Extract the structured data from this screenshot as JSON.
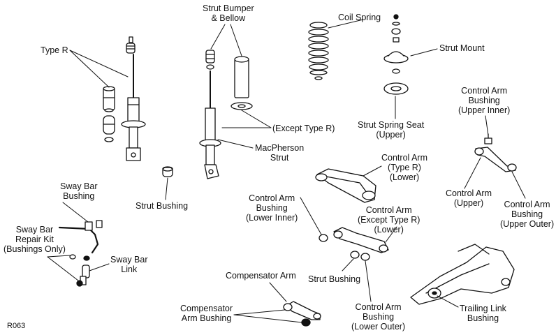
{
  "figure_code": "R063",
  "labels": {
    "type_r": "Type R",
    "strut_bumper": [
      "Strut Bumper",
      "& Bellow"
    ],
    "coil_spring": "Coil Spring",
    "strut_mount": "Strut Mount",
    "except_type_r": "(Except Type R)",
    "macpherson_strut": [
      "MacPherson",
      "Strut"
    ],
    "strut_spring_seat": [
      "Strut Spring Seat",
      "(Upper)"
    ],
    "control_arm_bushing_upper_inner": [
      "Control Arm",
      "Bushing",
      "(Upper Inner)"
    ],
    "control_arm_type_r_lower": [
      "Control Arm",
      "(Type R)",
      "(Lower)"
    ],
    "sway_bar_bushing": [
      "Sway Bar",
      "Bushing"
    ],
    "strut_bushing_left": "Strut Bushing",
    "control_arm_bushing_lower_inner": [
      "Control Arm",
      "Bushing",
      "(Lower Inner)"
    ],
    "control_arm_upper": [
      "Control Arm",
      "(Upper)"
    ],
    "control_arm_bushing_upper_outer": [
      "Control Arm",
      "Bushing",
      "(Upper Outer)"
    ],
    "sway_bar_repair_kit": [
      "Sway Bar",
      "Repair Kit",
      "(Bushings Only)"
    ],
    "sway_bar_link": [
      "Sway Bar",
      "Link"
    ],
    "control_arm_except_type_r_lower": [
      "Control Arm",
      "(Except Type R)",
      "(Lower)"
    ],
    "compensator_arm": "Compensator Arm",
    "strut_bushing_center": "Strut Bushing",
    "compensator_arm_bushing": [
      "Compensator",
      "Arm Bushing"
    ],
    "control_arm_bushing_lower_outer": [
      "Control Arm",
      "Bushing",
      "(Lower Outer)"
    ],
    "trailing_link_bushing": [
      "Trailing Link",
      "Bushing"
    ]
  }
}
